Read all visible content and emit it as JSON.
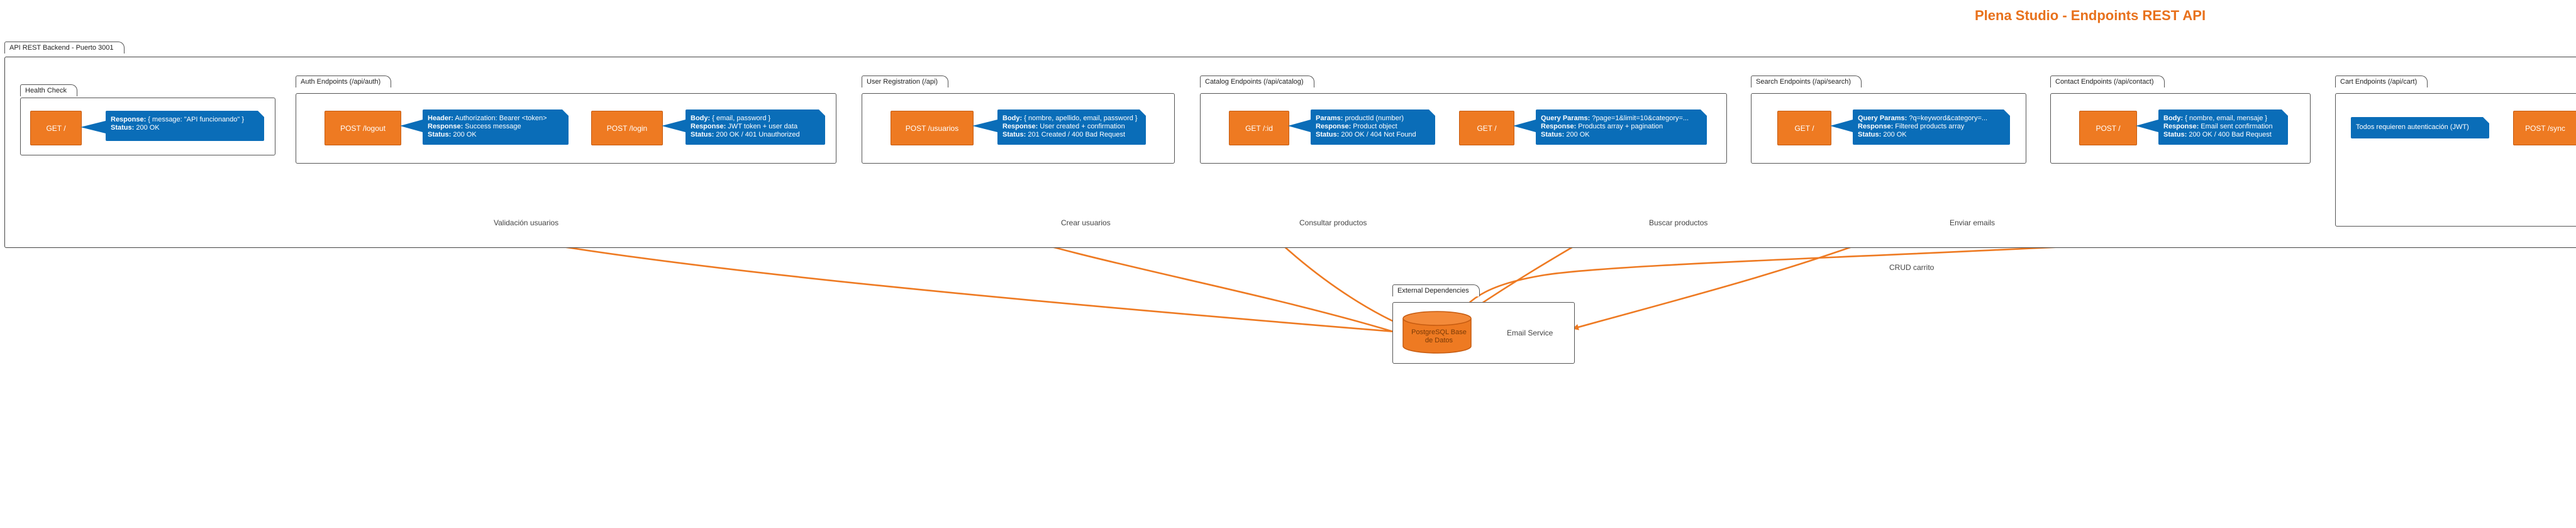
{
  "title": "Plena Studio - Endpoints REST API",
  "backend": {
    "label": "API REST Backend - Puerto 3001"
  },
  "groups": {
    "health": {
      "label": "Health Check",
      "endpoint": "GET /",
      "note": {
        "k1": "Response:",
        "v1": " { message: \"API funcionando\" }",
        "k2": "Status:",
        "v2": " 200 OK"
      }
    },
    "auth": {
      "label": "Auth Endpoints (/api/auth)",
      "endpoint1": "POST /logout",
      "note1": {
        "k1": "Header:",
        "v1": " Authorization: Bearer <token>",
        "k2": "Response:",
        "v2": " Success message",
        "k3": "Status:",
        "v3": " 200 OK"
      },
      "endpoint2": "POST /login",
      "note2": {
        "k1": "Body:",
        "v1": " { email, password }",
        "k2": "Response:",
        "v2": " JWT token + user data",
        "k3": "Status:",
        "v3": " 200 OK / 401 Unauthorized"
      }
    },
    "register": {
      "label": "User Registration (/api)",
      "endpoint": "POST /usuarios",
      "note": {
        "k1": "Body:",
        "v1": " { nombre, apellido, email, password }",
        "k2": "Response:",
        "v2": " User created + confirmation",
        "k3": "Status:",
        "v3": " 201 Created / 400 Bad Request"
      }
    },
    "catalog": {
      "label": "Catalog Endpoints (/api/catalog)",
      "endpoint1": "GET /:id",
      "note1": {
        "k1": "Params:",
        "v1": " productId (number)",
        "k2": "Response:",
        "v2": " Product object",
        "k3": "Status:",
        "v3": " 200 OK / 404 Not Found"
      },
      "endpoint2": "GET /",
      "note2": {
        "k1": "Query Params:",
        "v1": " ?page=1&limit=10&category=...",
        "k2": "Response:",
        "v2": " Products array + pagination",
        "k3": "Status:",
        "v3": " 200 OK"
      }
    },
    "search": {
      "label": "Search Endpoints (/api/search)",
      "endpoint": "GET /",
      "note": {
        "k1": "Query Params:",
        "v1": " ?q=keyword&category=...",
        "k2": "Response:",
        "v2": " Filtered products array",
        "k3": "Status:",
        "v3": " 200 OK"
      }
    },
    "contact": {
      "label": "Contact Endpoints (/api/contact)",
      "endpoint": "POST /",
      "note": {
        "k1": "Body:",
        "v1": " { nombre, email, mensaje }",
        "k2": "Response:",
        "v2": " Email sent confirmation",
        "k3": "Status:",
        "v3": " 200 OK / 400 Bad Request"
      }
    },
    "cart": {
      "label": "Cart Endpoints (/api/cart)",
      "note": "Todos requieren autenticación (JWT)",
      "endpoint": "POST /sync"
    }
  },
  "external": {
    "label": "External Dependencies",
    "db": "PostgreSQL Base de Datos",
    "email": "Email Service"
  },
  "edges": {
    "validation": "Validación usuarios",
    "create": "Crear usuarios",
    "catalog": "Consultar productos",
    "search": "Buscar productos",
    "email": "Enviar emails",
    "cart": "CRUD carrito"
  },
  "colors": {
    "accent": "#ee7a22",
    "note": "#0a6db8",
    "title": "#e8711c"
  }
}
